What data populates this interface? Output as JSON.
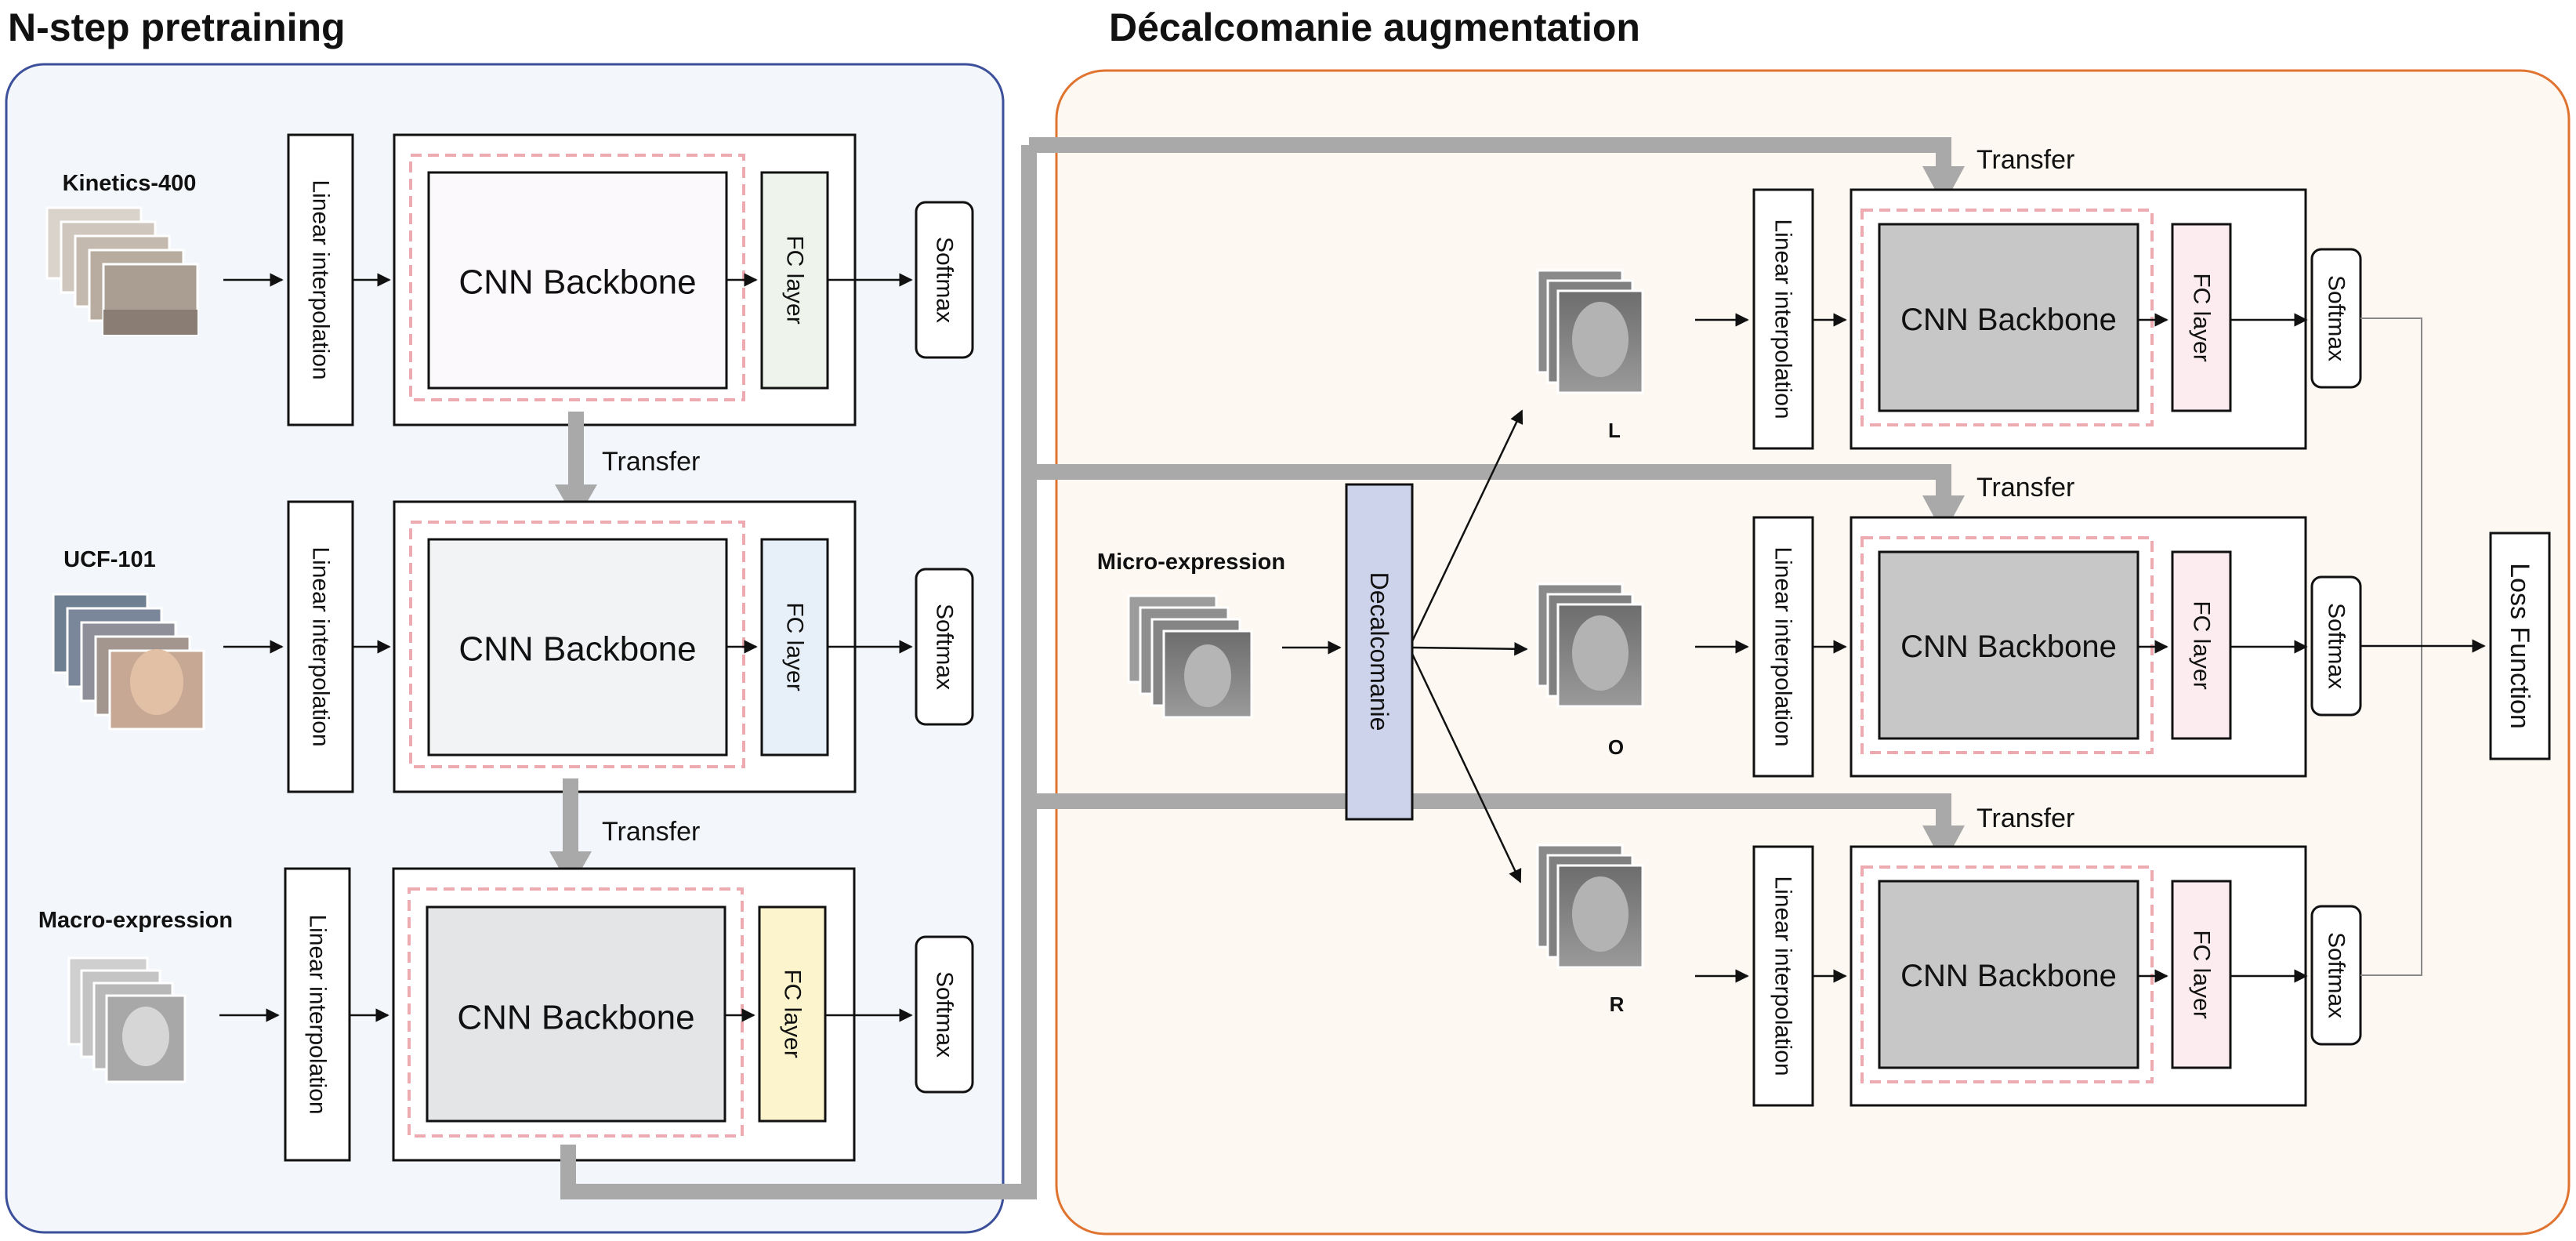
{
  "sections": {
    "pretraining_title": "N-step pretraining",
    "augmentation_title": "Décalcomanie augmentation"
  },
  "pretraining": {
    "stages": [
      {
        "dataset": "Kinetics-400",
        "interp": "Linear interpolation",
        "backbone": "CNN Backbone",
        "fc": "FC layer",
        "softmax": "Softmax",
        "fc_color": "#eef4ec",
        "backbone_color": "#fbf9fb"
      },
      {
        "dataset": "UCF-101",
        "interp": "Linear interpolation",
        "backbone": "CNN Backbone",
        "fc": "FC layer",
        "softmax": "Softmax",
        "fc_color": "#e7eff9",
        "backbone_color": "#f1f3f4"
      },
      {
        "dataset": "Macro-expression",
        "interp": "Linear interpolation",
        "backbone": "CNN Backbone",
        "fc": "FC layer",
        "softmax": "Softmax",
        "fc_color": "#fcf4cc",
        "backbone_color": "#e3e5e7"
      }
    ],
    "transfer_labels": [
      "Transfer",
      "Transfer"
    ]
  },
  "augmentation": {
    "input_label": "Micro-expression",
    "decalcomanie": "Decalcomanie",
    "branches": [
      {
        "face_label": "L",
        "interp": "Linear interpolation",
        "backbone": "CNN Backbone",
        "fc": "FC layer",
        "softmax": "Softmax",
        "transfer": "Transfer"
      },
      {
        "face_label": "O",
        "interp": "Linear interpolation",
        "backbone": "CNN Backbone",
        "fc": "FC layer",
        "softmax": "Softmax",
        "transfer": "Transfer"
      },
      {
        "face_label": "R",
        "interp": "Linear interpolation",
        "backbone": "CNN Backbone",
        "fc": "FC layer",
        "softmax": "Softmax",
        "transfer": "Transfer"
      }
    ],
    "loss": "Loss Function"
  },
  "colors": {
    "pretraining_panel_border": "#3b4f9a",
    "pretraining_panel_fill": "#f3f7fb",
    "augmentation_panel_border": "#e0732f",
    "augmentation_panel_fill": "#fdf8f1",
    "transfer_arrow": "#a9a9a9",
    "dashed_box": "#eeaab1",
    "decalcomanie_fill": "#cdd3ea",
    "branch_backbone_fill": "#c7c7c7",
    "branch_fc_fill": "#fcecef"
  }
}
